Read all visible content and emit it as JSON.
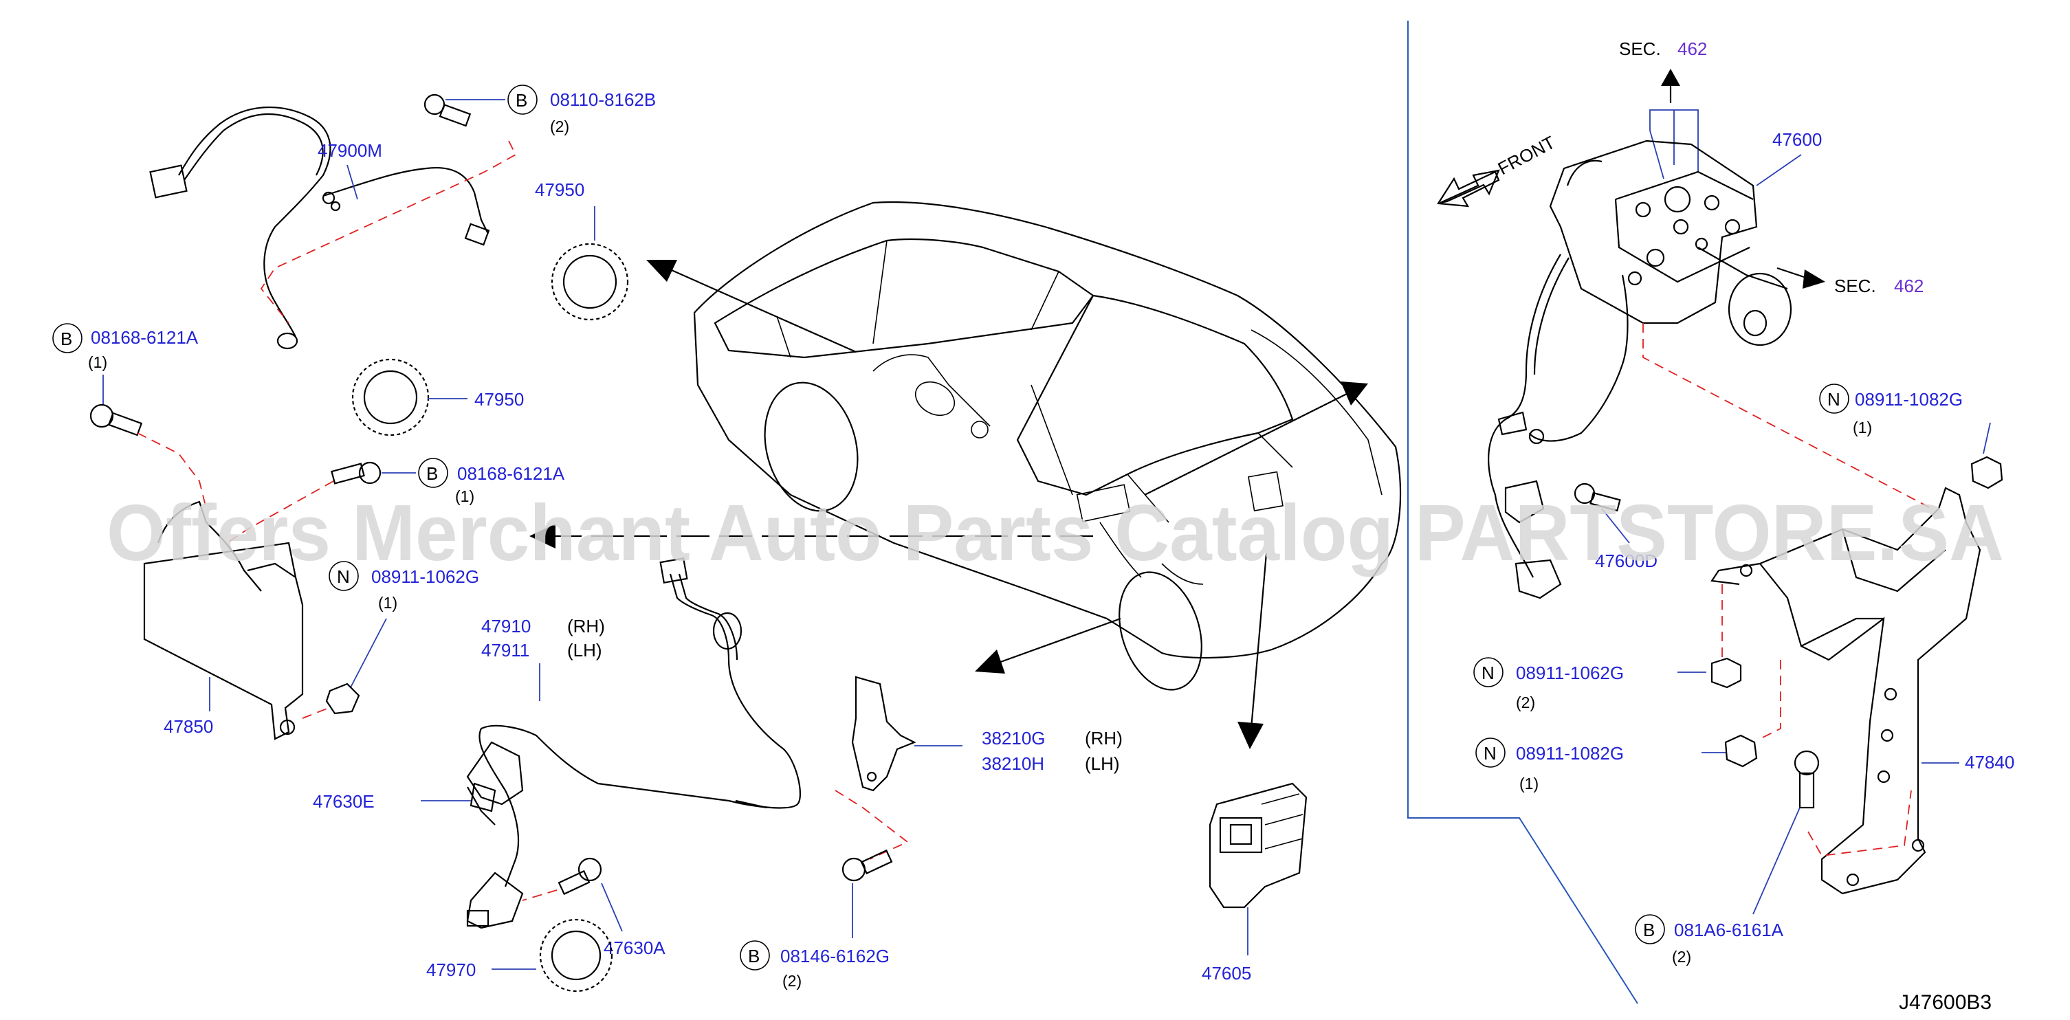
{
  "labels": {
    "p47900M": "47900M",
    "p08110_8162B": "08110-8162B",
    "q2a": "(2)",
    "p47950a": "47950",
    "p47950b": "47950",
    "p08168_6121A_a": "08168-6121A",
    "q1a": "(1)",
    "p08168_6121A_b": "08168-6121A",
    "q1b": "(1)",
    "p08911_1062G_a": "08911-1062G",
    "q1c": "(1)",
    "p47850": "47850",
    "p47910": "47910",
    "rh1": "(RH)",
    "p47911": "47911",
    "lh1": "(LH)",
    "p47630E": "47630E",
    "p47630A": "47630A",
    "p47970": "47970",
    "p38210G": "38210G",
    "rh2": "(RH)",
    "p38210H": "38210H",
    "lh2": "(LH)",
    "p08146_6162G": "08146-6162G",
    "q2b": "(2)",
    "p47605": "47605",
    "sec1_prefix": "SEC.",
    "sec1_num": "462",
    "front": "FRONT",
    "p47600": "47600",
    "sec2_prefix": "SEC.",
    "sec2_num": "462",
    "p08911_1082G_a": "08911-1082G",
    "q1d": "(1)",
    "p47600D": "47600D",
    "p08911_1062G_b": "08911-1062G",
    "q2c": "(2)",
    "p08911_1082G_b": "08911-1082G",
    "q1e": "(1)",
    "p47840": "47840",
    "p081A6_6161A": "081A6-6161A",
    "q2d": "(2)",
    "diagram_code": "J47600B3"
  },
  "symbols": {
    "B": "B",
    "N": "N"
  },
  "watermark": "Offers Merchant Auto Parts Catalog PARTSTORE.SA",
  "colors": {
    "part_number": "#2323d6",
    "section_ref": "#6a2fd0",
    "leader_line": "#2a3fb5",
    "phantom_line": "#e02020",
    "watermark": "#d8d8d8"
  }
}
